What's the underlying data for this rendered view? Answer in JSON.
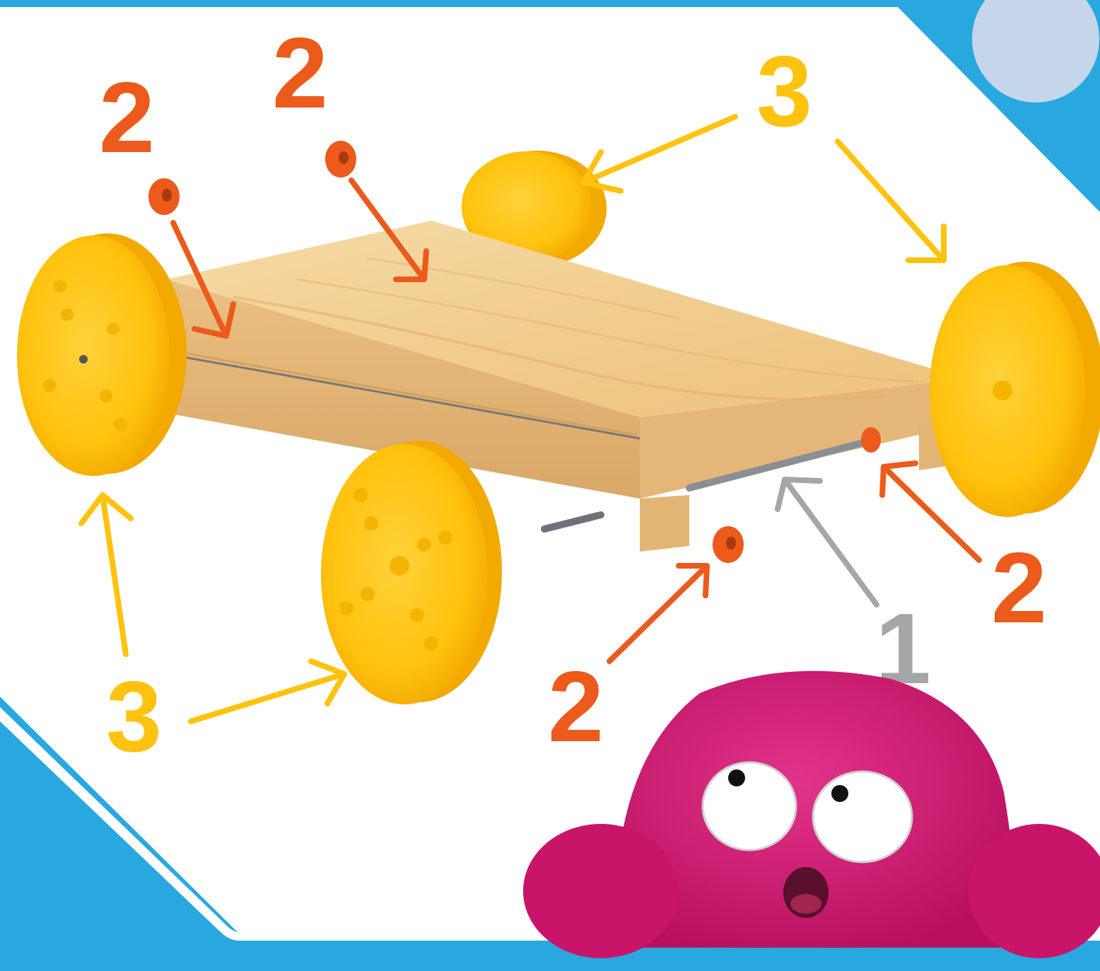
{
  "colors": {
    "frame_blue": "#29a8e0",
    "circle_light_blue": "#c6d6ea",
    "wheel_yellow": "#ffc20e",
    "washer_orange": "#ec5a1c",
    "wood": "#f2cf93",
    "axle_gray": "#a6a6a6",
    "monster_pink": "#d81b78"
  },
  "labels": [
    {
      "id": "washer-top-left",
      "text": "2",
      "part": "washer"
    },
    {
      "id": "washer-top-center",
      "text": "2",
      "part": "washer"
    },
    {
      "id": "wheel-back-top",
      "text": "3",
      "part": "wheel"
    },
    {
      "id": "wheel-right",
      "text": "3",
      "part": "wheel"
    },
    {
      "id": "wheel-left",
      "text": "3",
      "part": "wheel"
    },
    {
      "id": "wheel-front",
      "text": "3",
      "part": "wheel"
    },
    {
      "id": "washer-bottom",
      "text": "2",
      "part": "washer"
    },
    {
      "id": "washer-right",
      "text": "2",
      "part": "washer"
    },
    {
      "id": "axle",
      "text": "1",
      "part": "axle"
    }
  ],
  "icons": [
    "wooden-board",
    "yellow-wheel",
    "orange-washer",
    "metal-axle",
    "pink-fuzzy-monster"
  ]
}
